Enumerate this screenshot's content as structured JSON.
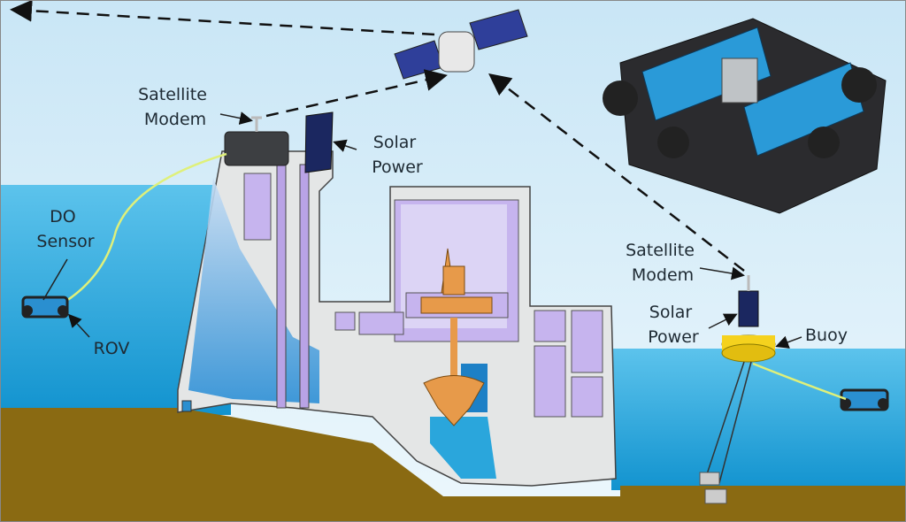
{
  "labels": {
    "dam_modem": [
      "Satellite",
      "Modem"
    ],
    "dam_solar": [
      "Solar",
      "Power"
    ],
    "do_sensor": [
      "DO",
      "Sensor"
    ],
    "rov": "ROV",
    "buoy_modem": [
      "Satellite",
      "Modem"
    ],
    "buoy_solar": [
      "Solar",
      "Power"
    ],
    "buoy": "Buoy"
  },
  "colors": {
    "sky": "#dff1fa",
    "water": "#2aa6dc",
    "ground": "#8a6a12",
    "concrete": "#e4e6e6",
    "structure": "#b9a3e6",
    "turbine": "#e79a4a",
    "rov_blue": "#2a8fd0",
    "buoy": "#f5d21e",
    "tether": "#dff07a"
  }
}
